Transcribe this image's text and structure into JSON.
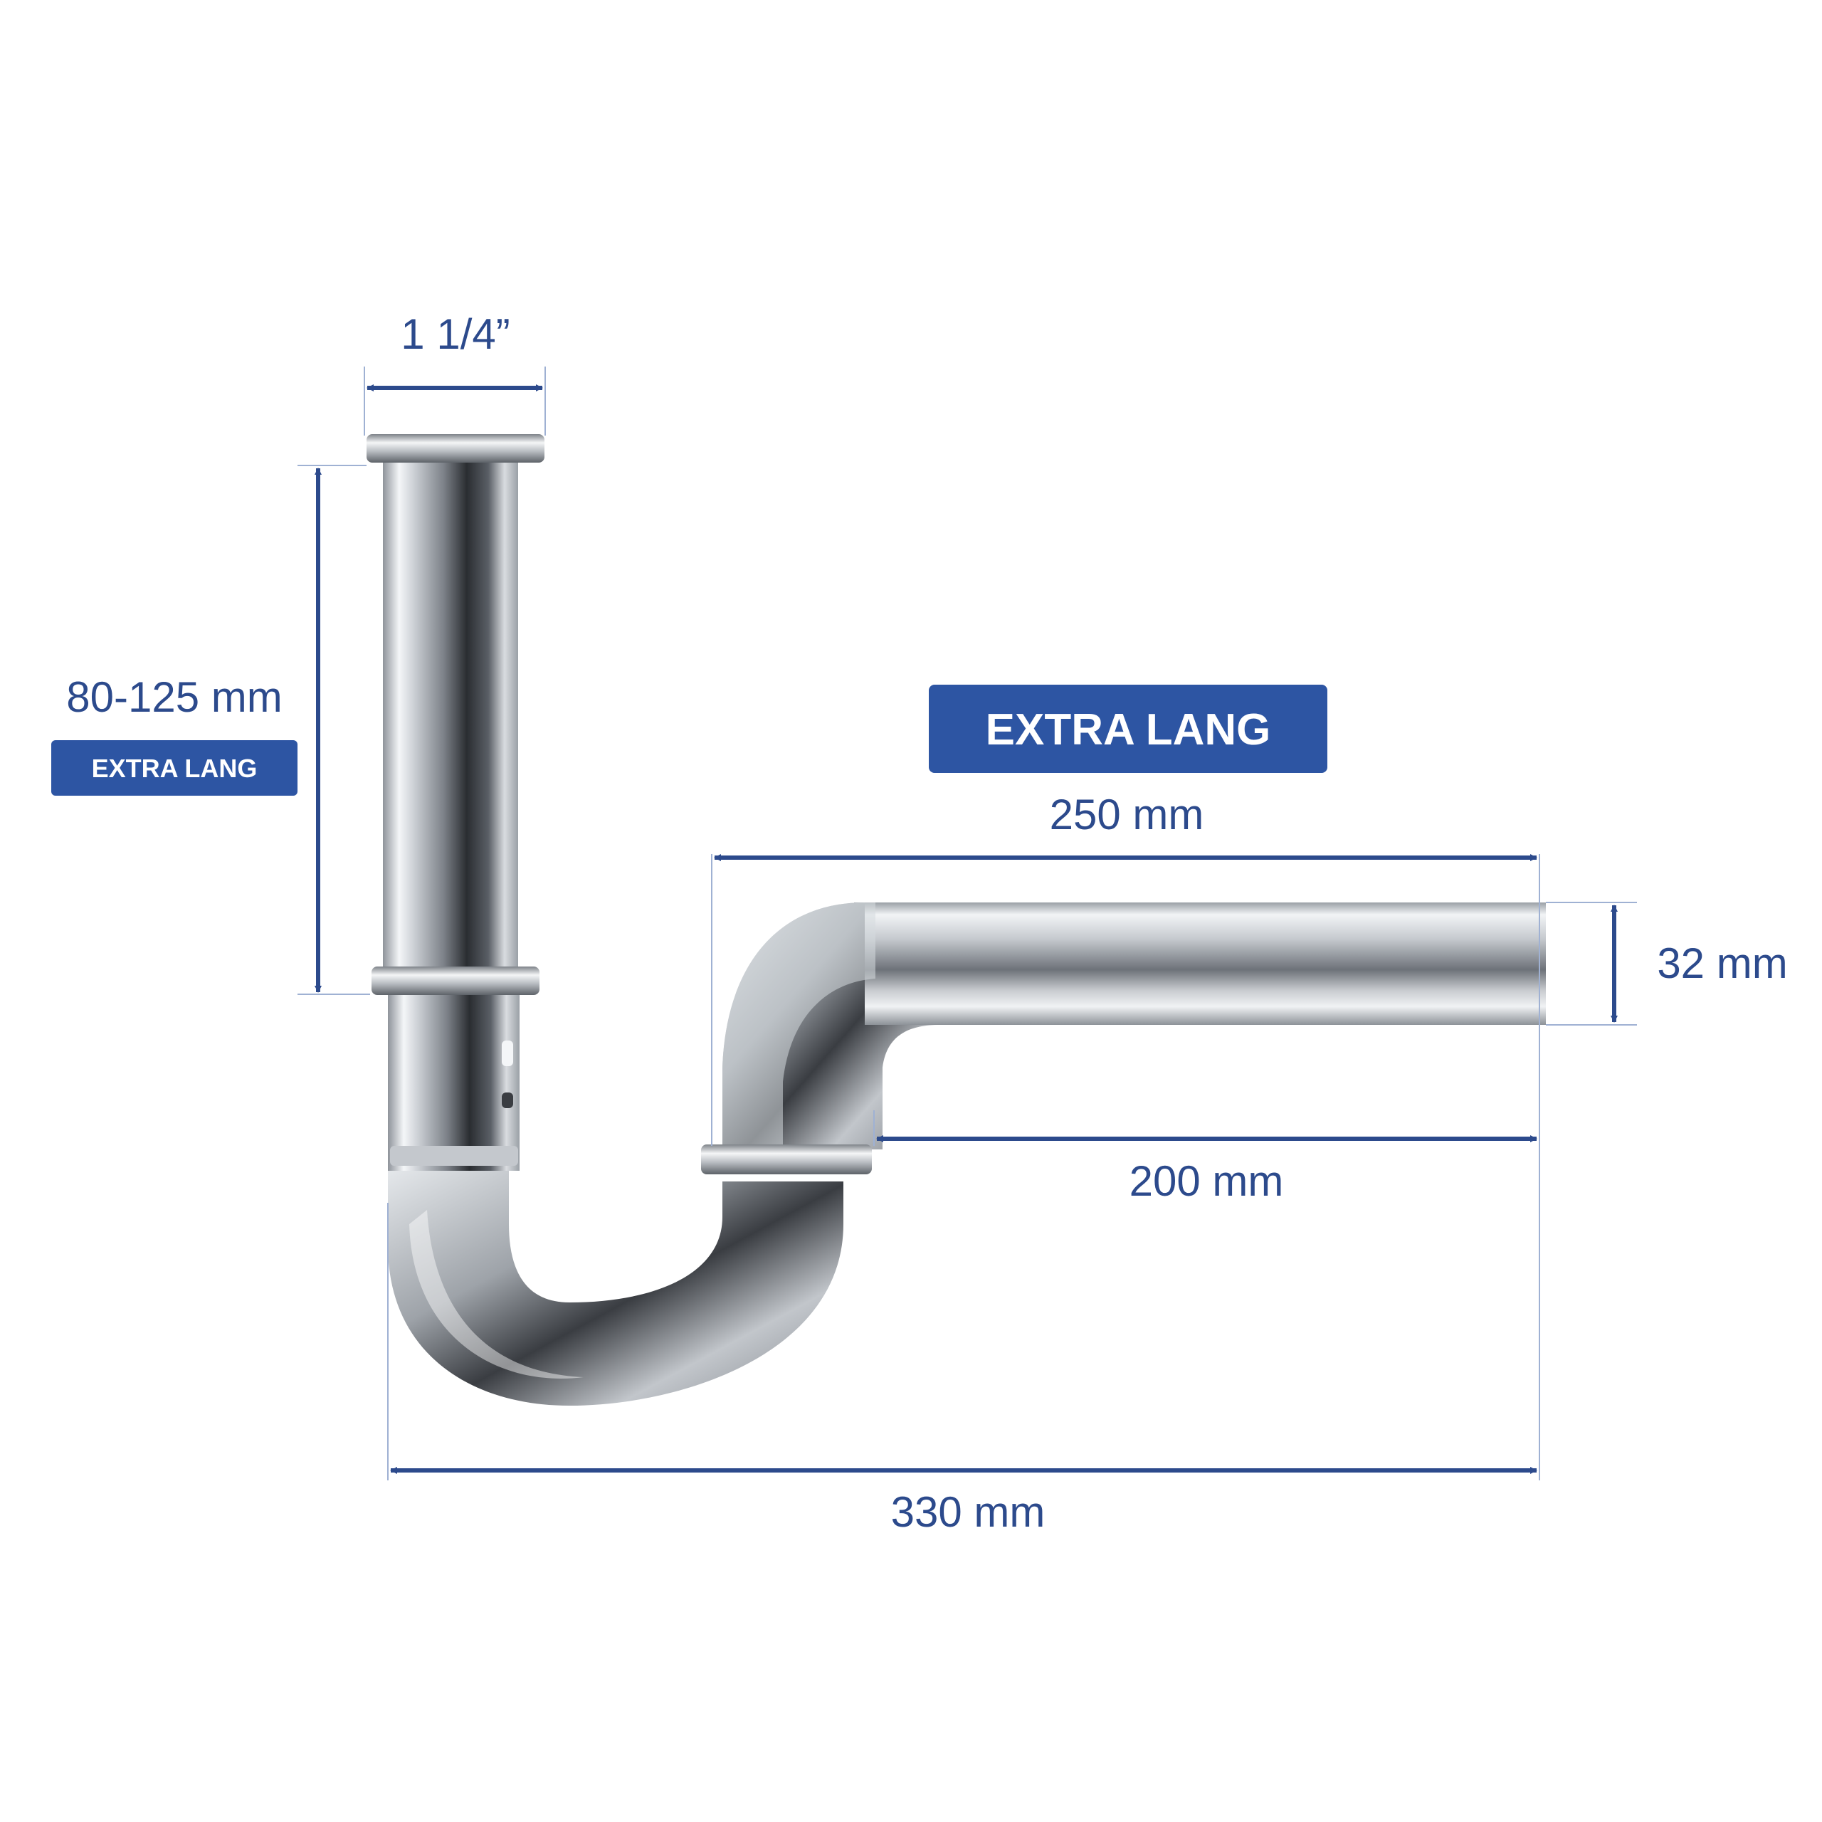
{
  "dimensions": {
    "inlet_diameter": "1 1/4”",
    "vertical_length": "80-125 mm",
    "outlet_length_top": "250 mm",
    "outlet_length_bottom": "200 mm",
    "overall_width": "330 mm",
    "pipe_diameter": "32 mm"
  },
  "badges": {
    "small": "EXTRA LANG",
    "large": "EXTRA LANG"
  },
  "colors": {
    "dimension_blue": "#2c4a8c",
    "badge_blue": "#2d55a3",
    "extension_line": "#9fb1d3"
  }
}
